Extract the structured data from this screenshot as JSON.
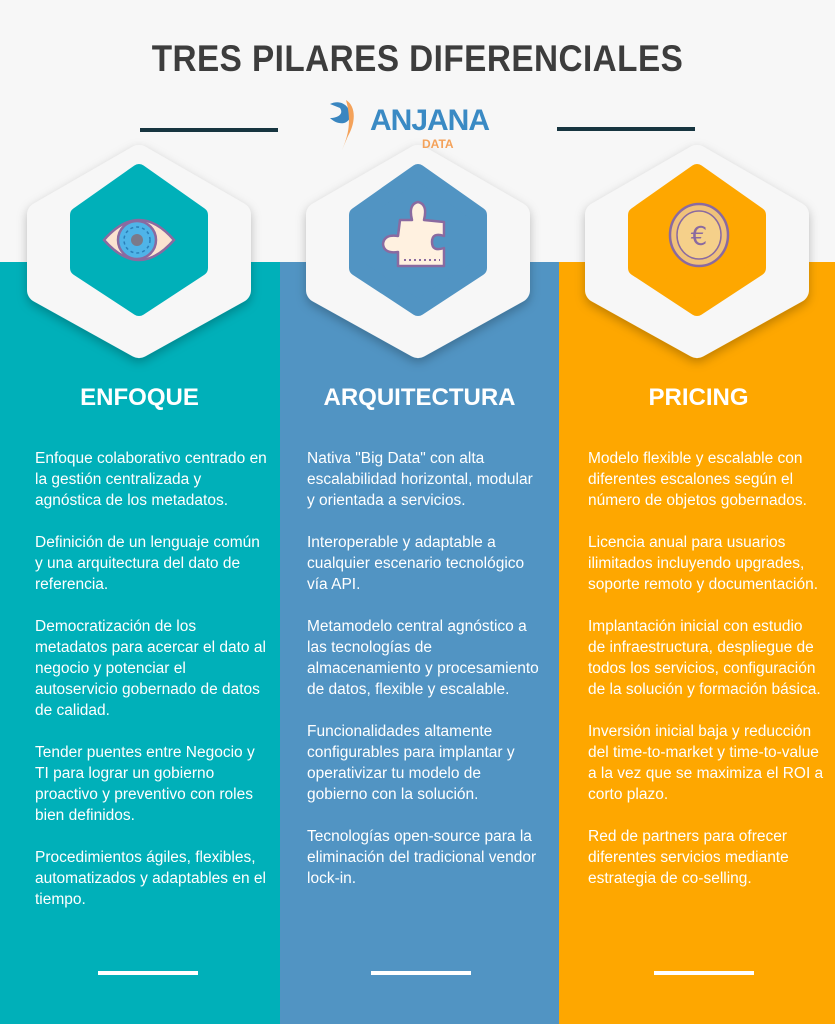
{
  "title": "TRES PILARES DIFERENCIALES",
  "logo": {
    "name": "ANJANA",
    "sub": "DATA"
  },
  "colors": {
    "teal": "#00b0b9",
    "blue": "#5194c3",
    "orange": "#fea700"
  },
  "columns": [
    {
      "icon": "eye-icon",
      "heading": "ENFOQUE",
      "paragraphs": [
        "Enfoque colaborativo centrado en la gestión centralizada y agnóstica de los metadatos.",
        "Definición de un lenguaje común y una arquitectura del dato de referencia.",
        "Democratización de los metadatos para acercar el dato al negocio y potenciar el autoservicio gobernado de datos de calidad.",
        "Tender puentes entre Negocio y TI para lograr un gobierno proactivo y preventivo con roles bien definidos.",
        "Procedimientos ágiles, flexibles, automatizados y adaptables en el tiempo."
      ]
    },
    {
      "icon": "puzzle-piece-icon",
      "heading": "ARQUITECTURA",
      "paragraphs": [
        "Nativa \"Big Data\" con alta escalabilidad horizontal, modular y orientada a servicios.",
        "Interoperable y adaptable a cualquier escenario tecnológico vía API.",
        "Metamodelo central agnóstico a las tecnologías de almacenamiento y procesamiento de datos, flexible y escalable.",
        "Funcionalidades altamente configurables para implantar y operativizar tu modelo de gobierno con la solución.",
        "Tecnologías open-source para la eliminación del tradicional vendor lock-in."
      ]
    },
    {
      "icon": "euro-coin-icon",
      "heading": "PRICING",
      "paragraphs": [
        "Modelo flexible y escalable con diferentes escalones según el número de objetos gobernados.",
        "Licencia anual para usuarios ilimitados incluyendo upgrades, soporte remoto y documentación.",
        "Implantación inicial con estudio de infraestructura, despliegue de todos los servicios, configuración de la solución y formación básica.",
        "Inversión inicial baja y reducción del time-to-market y time-to-value a la vez que se maximiza el ROI a corto plazo.",
        "Red de partners para ofrecer diferentes servicios mediante estrategia de co-selling."
      ]
    }
  ]
}
